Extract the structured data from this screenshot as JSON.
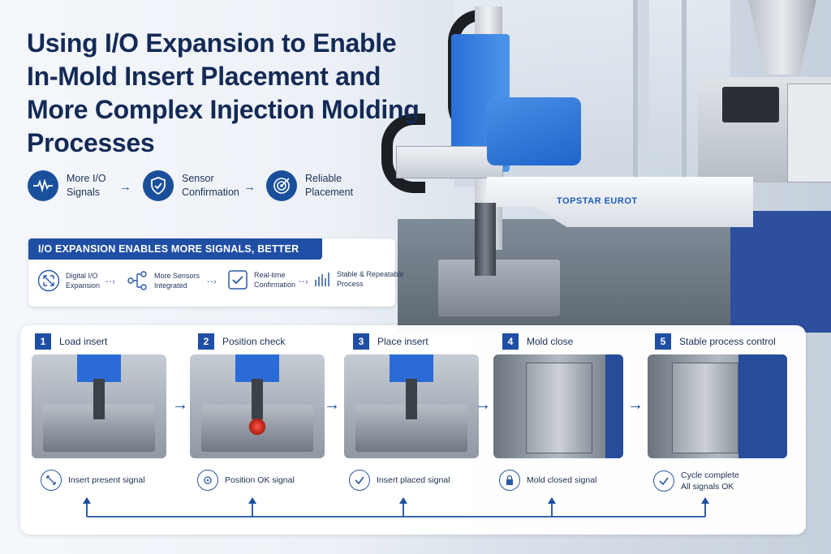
{
  "title": "Using I/O Expansion to Enable In-Mold Insert Placement and More Complex Injection Molding Processes",
  "features": [
    {
      "label": "More I/O Signals",
      "icon": "pulse-icon"
    },
    {
      "label": "Sensor Confirmation",
      "icon": "shield-check-icon"
    },
    {
      "label": "Reliable Placement",
      "icon": "target-icon"
    }
  ],
  "io_banner": "I/O EXPANSION ENABLES MORE SIGNALS, BETTER CONTROL",
  "io_items": [
    {
      "label": "Digital I/O Expansion",
      "icon": "expand-arrows-icon"
    },
    {
      "label": "More Sensors Integrated",
      "icon": "network-nodes-icon"
    },
    {
      "label": "Real-time Confirmation",
      "icon": "checkbox-icon"
    },
    {
      "label": "Stable & Repeatable Process",
      "icon": "bars-icon"
    }
  ],
  "machine_label": "TOPSTAR EUROT",
  "steps": [
    {
      "num": "1",
      "title": "Load insert",
      "signal": "Insert present signal",
      "icon": "expand-arrows-icon"
    },
    {
      "num": "2",
      "title": "Position check",
      "signal": "Position OK signal",
      "icon": "crosshair-icon"
    },
    {
      "num": "3",
      "title": "Place insert",
      "signal": "Insert placed signal",
      "icon": "check-circle-icon"
    },
    {
      "num": "4",
      "title": "Mold close",
      "signal": "Mold closed signal",
      "icon": "lock-icon"
    },
    {
      "num": "5",
      "title": "Stable process control",
      "signal": "Cycle complete\nAll signals OK",
      "icon": "check-circle-icon"
    }
  ],
  "colors": {
    "navy": "#142a56",
    "accent": "#1f4ea5",
    "robot_blue": "#2a6fd6"
  }
}
